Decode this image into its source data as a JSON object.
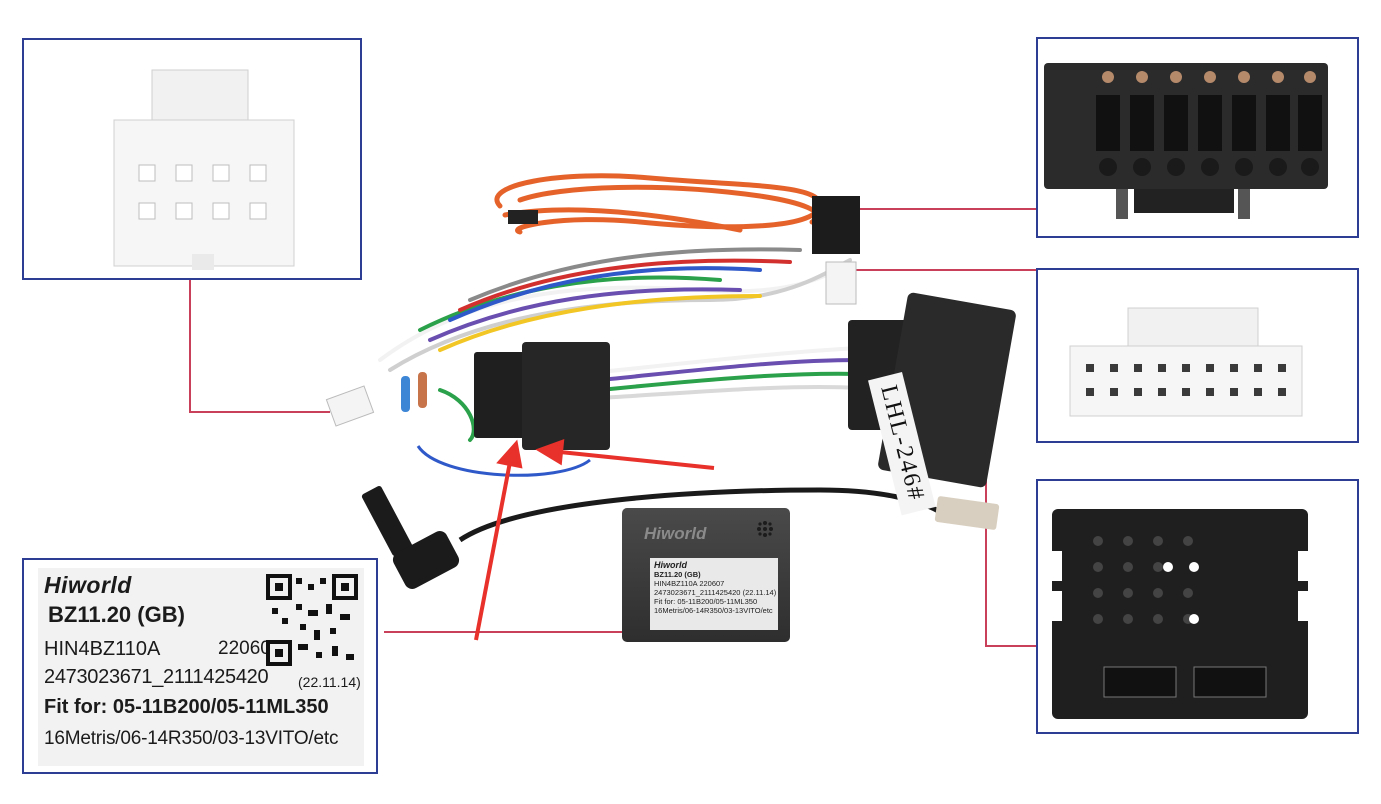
{
  "product_label": {
    "brand": "Hiworld",
    "model": "BZ11.20 (GB)",
    "code": "HIN4BZ110A",
    "date": "220607",
    "serial": "2473023671_2111425420",
    "version_date": "(22.11.14)",
    "fit_line_1": "Fit for: 05-11B200/05-11ML350",
    "fit_line_2": "16Metris/06-14R350/03-13VITO/etc"
  },
  "module_label": {
    "brand": "Hiworld",
    "model": "BZ11.20 (GB)",
    "code": "HIN4BZ110A",
    "date": "220607",
    "serial": "2473023671_2111425420",
    "version_date": "(22.11.14)",
    "fit_line_1": "Fit for: 05-11B200/05-11ML350",
    "fit_line_2": "16Metris/06-14R350/03-13VITO/etc"
  },
  "connector_tag": "LHL-246#",
  "colors": {
    "frame_border": "#2c3d93",
    "leader_line": "#c8405a",
    "arrow": "#e8312a",
    "wire_orange": "#e5632b"
  }
}
